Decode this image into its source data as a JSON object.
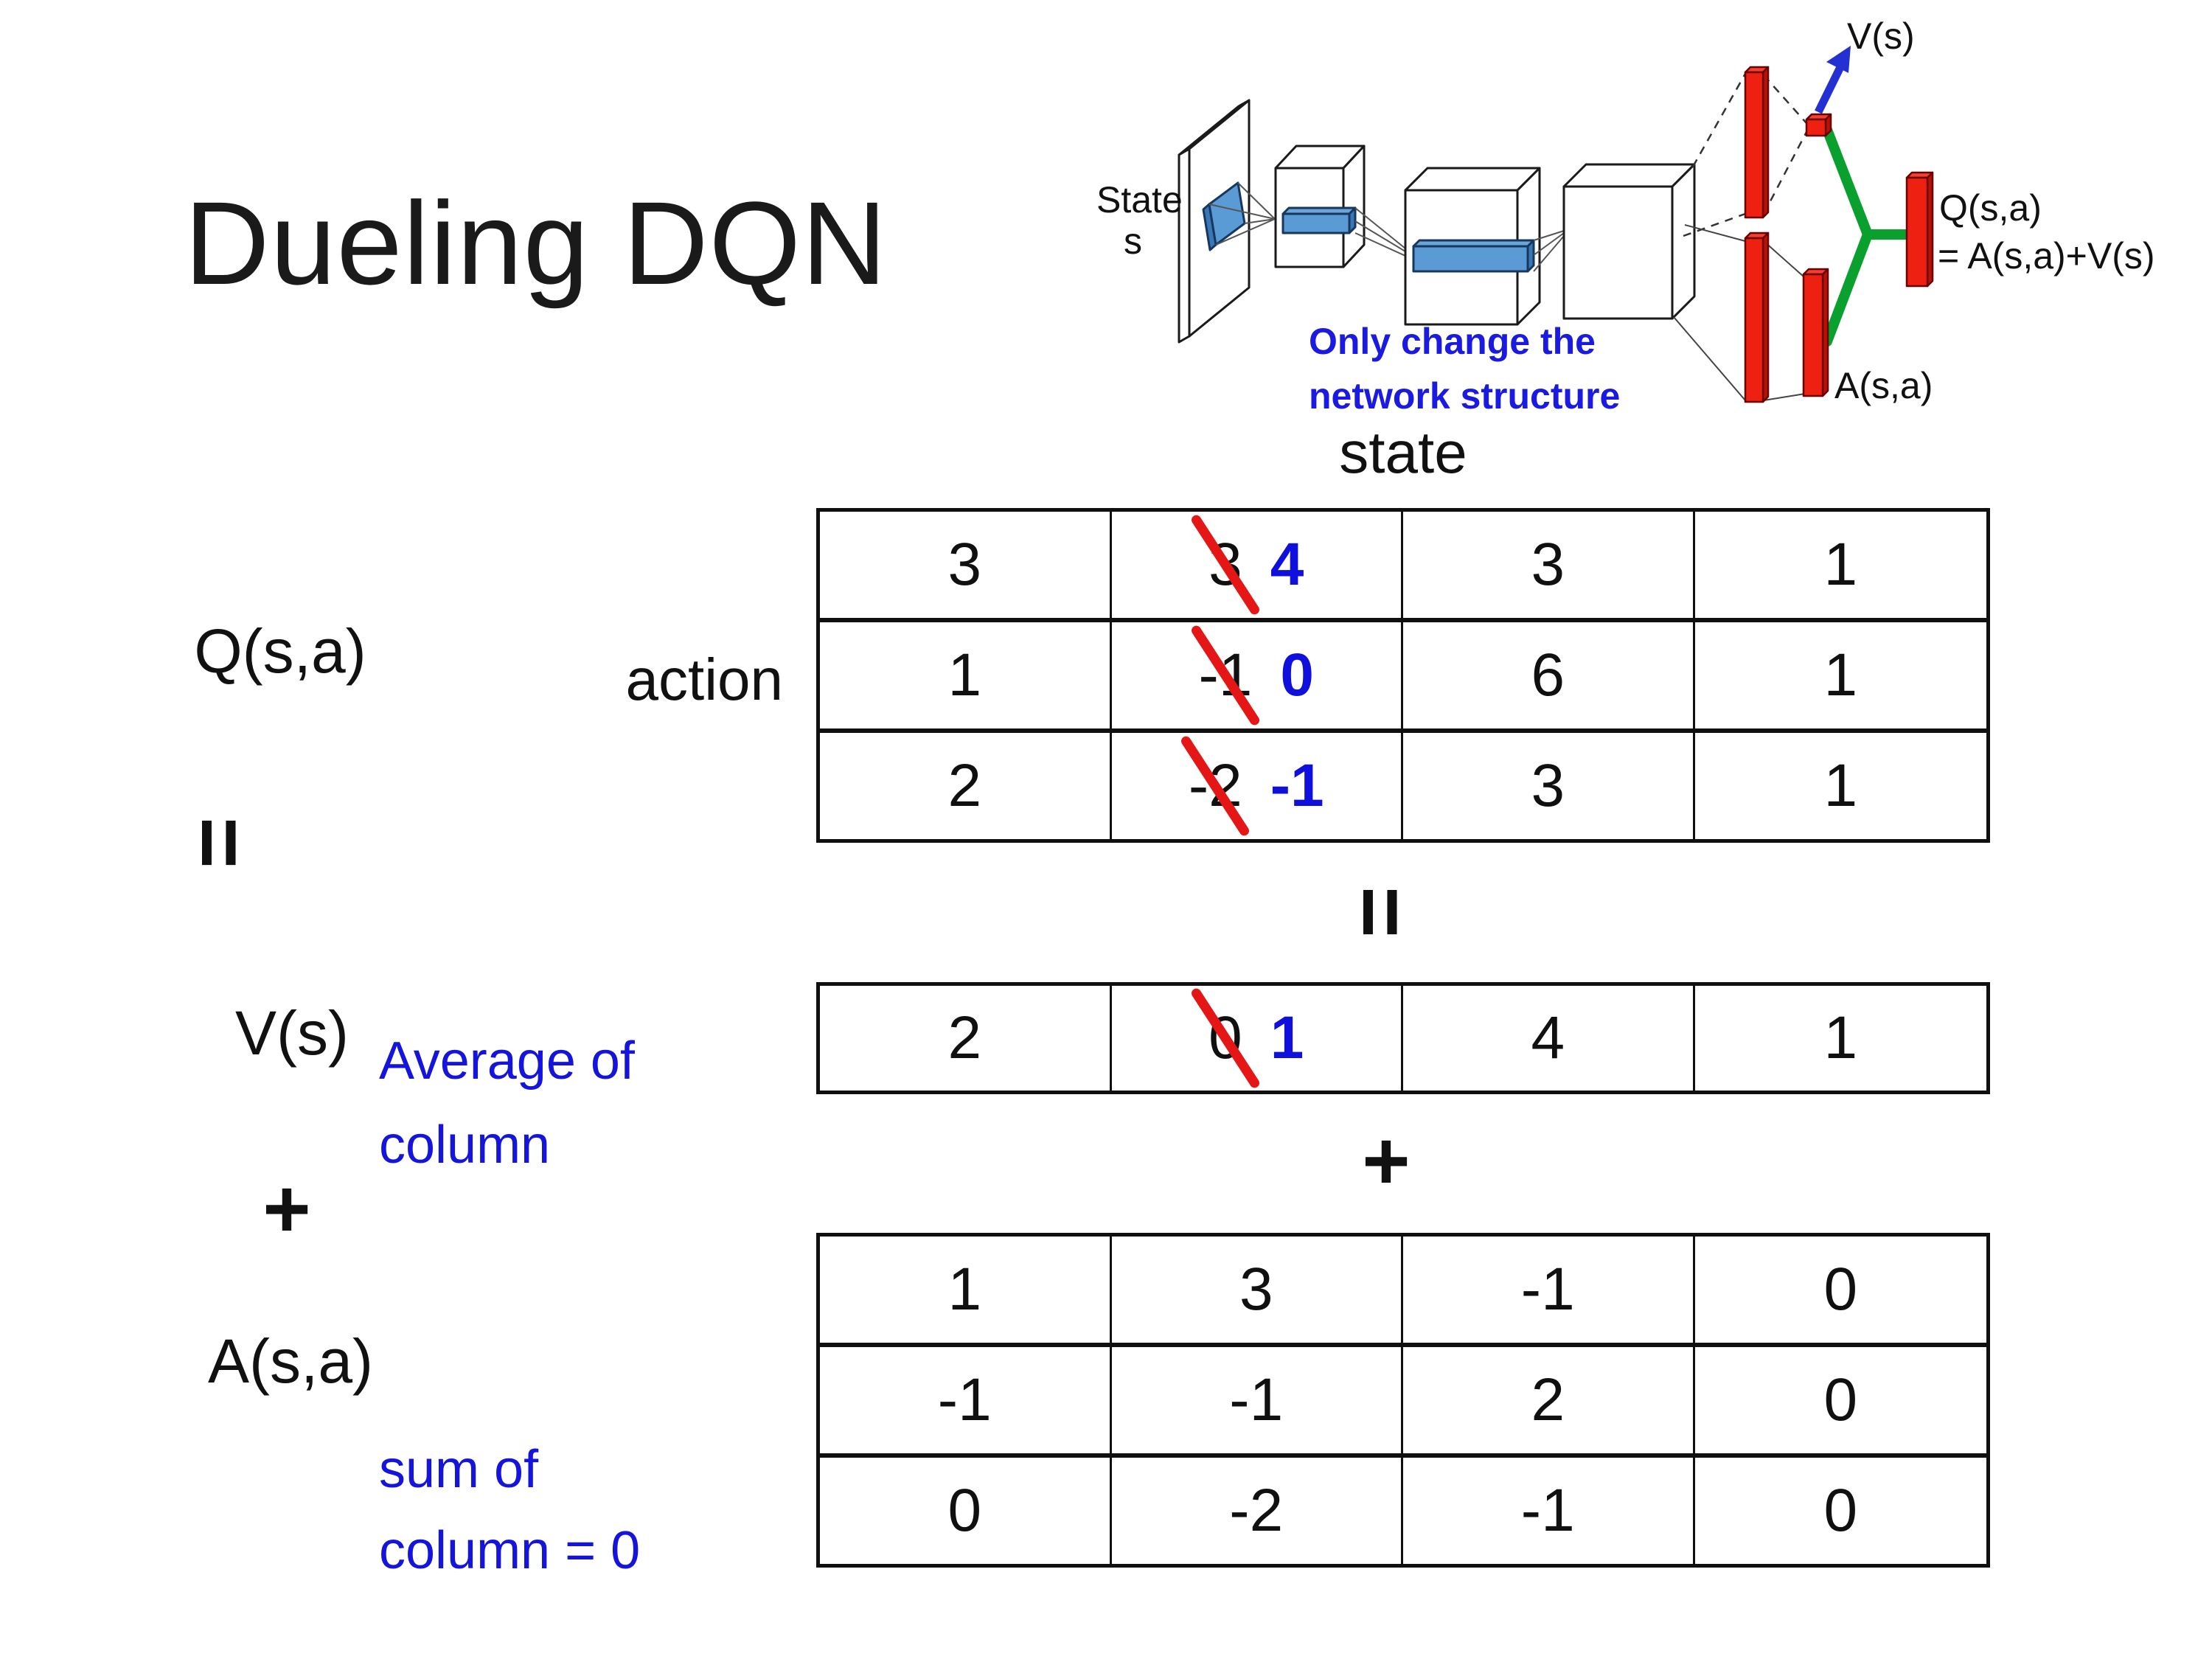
{
  "title": "Dueling DQN",
  "labels": {
    "q": "Q(s,a)",
    "v": "V(s)",
    "a": "A(s,a)",
    "equals": "=",
    "plus": "+",
    "state": "state",
    "action": "action",
    "avg_line1": "Average of",
    "avg_line2": "column",
    "sum_line1": "sum of",
    "sum_line2": "column = 0"
  },
  "diagram": {
    "state_line1": "State",
    "state_line2": "s",
    "caption_line1": "Only change the",
    "caption_line2": "network structure",
    "v_out": "V(s)",
    "a_out": "A(s,a)",
    "q_out_line1": "Q(s,a)",
    "q_out_line2": "= A(s,a)+V(s)"
  },
  "colors": {
    "accent_blue": "#1414dd",
    "strike_red": "#e51616",
    "bar_red": "#ee2012",
    "filter_blue": "#5b9bd5",
    "green": "#0aa02e",
    "arrow_blue": "#2330d2",
    "caption_blue": "#1a1ae0"
  },
  "tables": [
    {
      "id": "q-table",
      "rows": [
        [
          {
            "v": "3"
          },
          {
            "old": "3",
            "new": "4"
          },
          {
            "v": "3"
          },
          {
            "v": "1"
          }
        ],
        [
          {
            "v": "1"
          },
          {
            "old": "-1",
            "new": "0"
          },
          {
            "v": "6"
          },
          {
            "v": "1"
          }
        ],
        [
          {
            "v": "2"
          },
          {
            "old": "-2",
            "new": "-1"
          },
          {
            "v": "3"
          },
          {
            "v": "1"
          }
        ]
      ]
    },
    {
      "id": "v-table",
      "rows": [
        [
          {
            "v": "2"
          },
          {
            "old": "0",
            "new": "1"
          },
          {
            "v": "4"
          },
          {
            "v": "1"
          }
        ]
      ]
    },
    {
      "id": "a-table",
      "rows": [
        [
          {
            "v": "1"
          },
          {
            "v": "3"
          },
          {
            "v": "-1"
          },
          {
            "v": "0"
          }
        ],
        [
          {
            "v": "-1"
          },
          {
            "v": "-1"
          },
          {
            "v": "2"
          },
          {
            "v": "0"
          }
        ],
        [
          {
            "v": "0"
          },
          {
            "v": "-2"
          },
          {
            "v": "-1"
          },
          {
            "v": "0"
          }
        ]
      ]
    }
  ]
}
